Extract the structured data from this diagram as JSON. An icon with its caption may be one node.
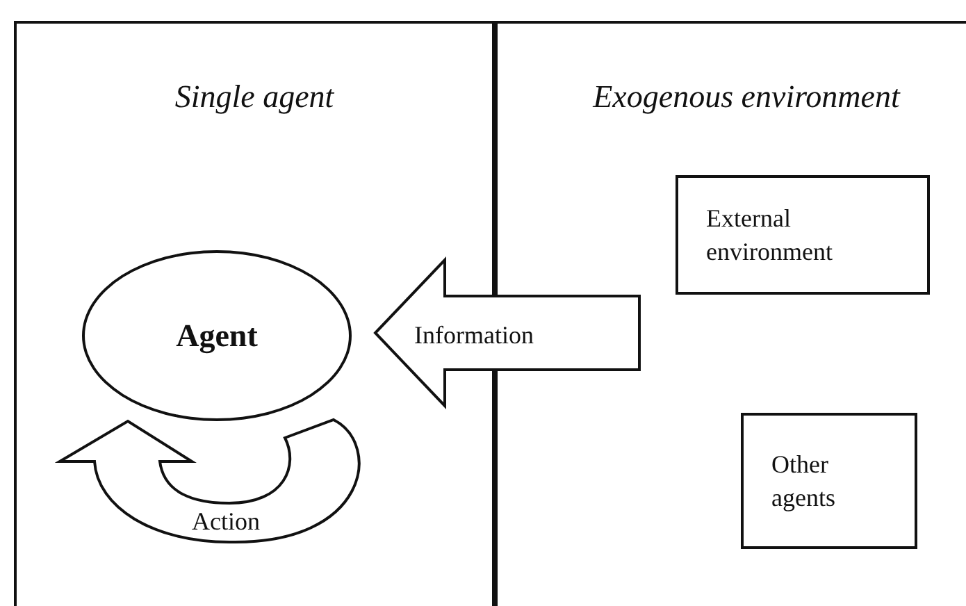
{
  "diagram": {
    "nodes": [
      {
        "text": [
          "Single agent"
        ]
      },
      {
        "text": [
          "Exogenous environment"
        ]
      },
      {
        "text": [
          "Agent"
        ],
        "in": 0
      },
      {
        "text": [
          "External environment"
        ],
        "in": 1
      },
      {
        "text": [
          "Other agents"
        ],
        "in": 1
      }
    ],
    "edges": [
      {
        "from": null,
        "to": 2,
        "arrow": "to",
        "label": "Information"
      },
      {
        "from": 2,
        "to": 2,
        "arrow": "to",
        "label": "Action"
      }
    ]
  }
}
